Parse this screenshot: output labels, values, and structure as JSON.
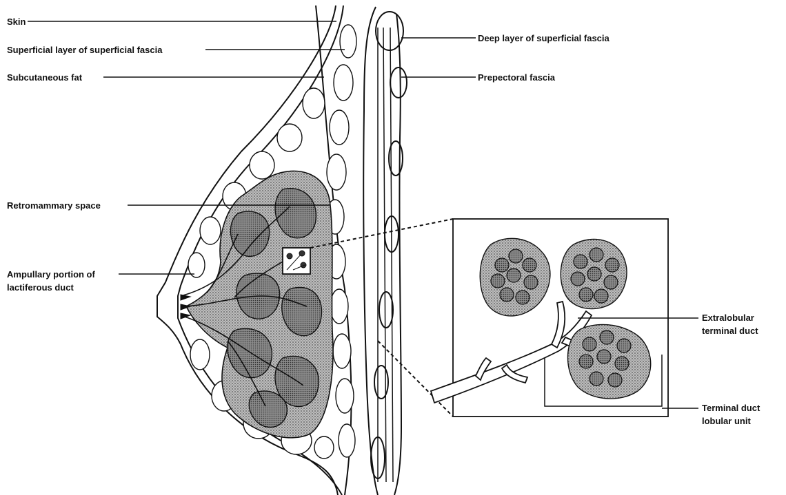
{
  "labels": {
    "skin": "Skin",
    "superficial_layer": "Superficial layer of superficial fascia",
    "subcutaneous_fat": "Subcutaneous fat",
    "retromammary_space": "Retromammary space",
    "ampullary_line1": "Ampullary portion of",
    "ampullary_line2": "lactiferous duct",
    "deep_layer": "Deep layer of superficial fascia",
    "prepectoral_fascia": "Prepectoral fascia",
    "extralobular_line1": "Extralobular",
    "extralobular_line2": "terminal duct",
    "tdlu_line1": "Terminal duct",
    "tdlu_line2": "lobular unit"
  },
  "colors": {
    "ink": "#111111",
    "gland": "#8a8a8a",
    "lobule": "#6e6e6e",
    "fat": "#ffffff"
  }
}
